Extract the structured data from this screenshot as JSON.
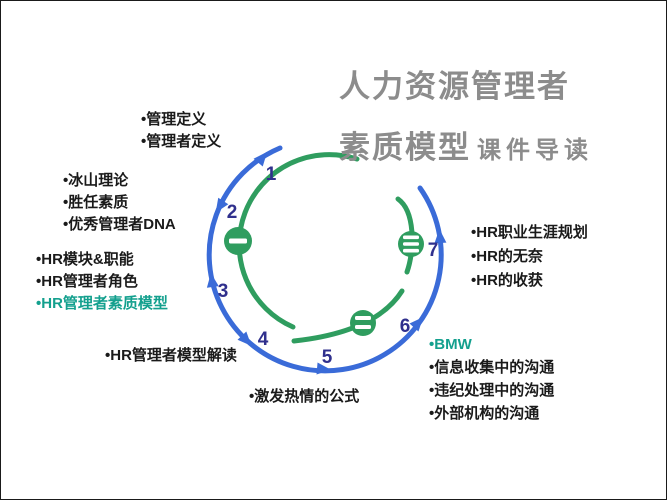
{
  "title": {
    "line1": "人力资源管理者",
    "line2": "素质模型",
    "suffix": "课件导读"
  },
  "diagram": {
    "numbers": [
      "1",
      "2",
      "3",
      "4",
      "5",
      "6",
      "7"
    ],
    "icons": {
      "left": "minus-circle",
      "bottom": "equals-circle",
      "right": "menu-circle"
    }
  },
  "labels": {
    "definitions": [
      "•管理定义",
      "•管理者定义"
    ],
    "iceberg": [
      "•冰山理论",
      "•胜任素质",
      "•优秀管理者DNA"
    ],
    "modules": [
      "•HR模块&职能",
      "•HR管理者角色",
      "•HR管理者素质模型"
    ],
    "interpretation": [
      "•HR管理者模型解读"
    ],
    "passion": [
      "•激发热情的公式"
    ],
    "career": [
      "•HR职业生涯规划",
      "•HR的无奈",
      "•HR的收获"
    ],
    "communication": [
      "•BMW",
      "•信息收集中的沟通",
      "•违纪处理中的沟通",
      "•外部机构的沟通"
    ]
  },
  "colors": {
    "cycle_blue": "#3a6bd8",
    "arc_green": "#2f9d5f",
    "number_navy": "#30308d",
    "accent_teal": "#13a08e",
    "title_gray": "#8c8c8c",
    "text_black": "#1a1a1a"
  }
}
